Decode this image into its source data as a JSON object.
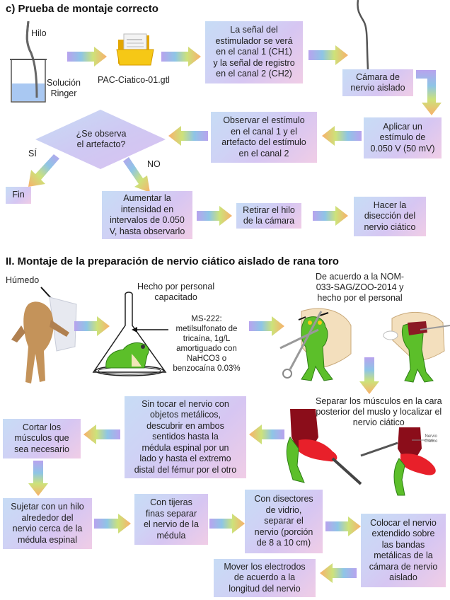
{
  "section_c": {
    "title": "c) Prueba de montaje correcto",
    "labels": {
      "hilo": "Hilo",
      "solucion": "Solución\nRinger",
      "file": "PAC-Ciatico-01.gtl"
    },
    "boxes": {
      "senal": "La señal del\nestimulador se verá\nen el canal 1 (CH1)\ny la señal de registro\nen el canal 2 (CH2)",
      "camara": "Cámara de\nnervio aislado",
      "aplicar": "Aplicar un\nestímulo de\n0.050 V (50 mV)",
      "observar": "Observar el estímulo\nen el canal 1 y el\nartefacto del estímulo\nen el canal 2",
      "decision": "¿Se observa\nel artefacto?",
      "si": "SÍ",
      "no": "NO",
      "fin": "Fin",
      "aumentar": "Aumentar la\nintensidad en\nintervalos de 0.050\nV, hasta observarlo",
      "retirar": "Retirar el hilo\nde la cámara",
      "hacer": "Hacer la\ndisección del\nnervio ciático"
    }
  },
  "section_ii": {
    "title": "II. Montaje de la preparación de nervio ciático aislado de rana toro",
    "labels": {
      "humedo": "Húmedo",
      "hecho_por": "Hecho por personal\ncapacitado",
      "ms222": "MS-222:\nmetilsulfonato de\ntricaína, 1g/L\namortiguado con\nNaHCO3 o\nbenzocaína 0.03%",
      "nom": "De acuerdo a la NOM-\n033-SAG/ZOO-2014 y\nhecho por el personal",
      "separar": "Separar los músculos en la cara\nposterior del muslo y localizar el\nnervio ciático",
      "nervio_ciatico": "Nervio\nCiático"
    },
    "boxes": {
      "sin_tocar": "Sin tocar el nervio con\nobjetos metálicos,\ndescubrir en ambos\nsentidos hasta la\nmédula espinal por un\nlado y hasta el extremo\ndistal del fémur por el otro",
      "cortar": "Cortar los\nmúsculos que\nsea necesario",
      "sujetar": "Sujetar con un hilo\nalrededor del\nnervio cerca de la\nmédula espinal",
      "tijeras": "Con tijeras\nfinas separar\nel nervio de la\nmédula",
      "disectores": "Con disectores\nde vidrio,\nseparar el\nnervio (porción\nde 8 a 10 cm)",
      "colocar": "Colocar el nervio\nextendido sobre\nlas bandas\nmetálicas de la\ncámara de nervio\naislado",
      "mover": "Mover los electrodos\nde acuerdo a la\nlongitud del nervio"
    }
  },
  "colors": {
    "arrow_start": "#b9a6ee",
    "arrow_mid1": "#8fc3e8",
    "arrow_mid2": "#c6e07a",
    "arrow_end": "#f7b36b",
    "frog_green": "#5cbf2a",
    "muscle_red": "#8b0d1a",
    "beaker_liquid": "#a9c8f2",
    "folder_yellow": "#f6c816"
  }
}
